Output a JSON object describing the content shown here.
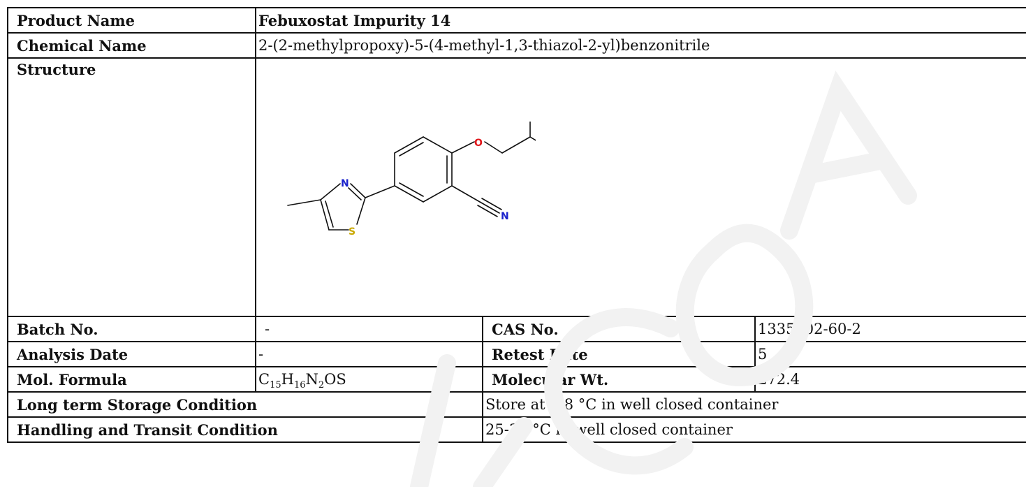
{
  "labels": {
    "product_name": "Product Name",
    "chemical_name": "Chemical Name",
    "structure": "Structure",
    "batch_no": "Batch No.",
    "cas_no": "CAS No.",
    "analysis_date": "Analysis Date",
    "retest_date": "Retest Date",
    "mol_formula": "Mol. Formula",
    "molecular_wt": "Molecular Wt.",
    "long_term_storage": "Long term Storage Condition",
    "handling_transit": "Handling and Transit Condition"
  },
  "values": {
    "product_name": "Febuxostat Impurity 14",
    "chemical_name": "2-(2-methylpropoxy)-5-(4-methyl-1,3-thiazol-2-yl)benzonitrile",
    "batch_no": "-",
    "cas_no": "1335202-60-2",
    "analysis_date": "-",
    "retest_date": "5",
    "mol_formula": {
      "c": "C",
      "c_n": "15",
      "h": "H",
      "h_n": "16",
      "n": "N",
      "n_n": "2",
      "rest": "OS"
    },
    "molecular_wt": "272.4",
    "long_term_storage": "Store at 2-8 °C in well closed container",
    "handling_transit": "25-30 °C in well closed container"
  },
  "structure": {
    "atoms": {
      "n_ring": "N",
      "s_ring": "S",
      "o_ether": "O",
      "n_nitrile": "N"
    }
  },
  "colors": {
    "nitrogen": "#1a22cc",
    "oxygen": "#e0161a",
    "sulfur": "#c9a800",
    "bond": "#111111",
    "border": "#111111",
    "watermark": "#f2f2f2"
  }
}
